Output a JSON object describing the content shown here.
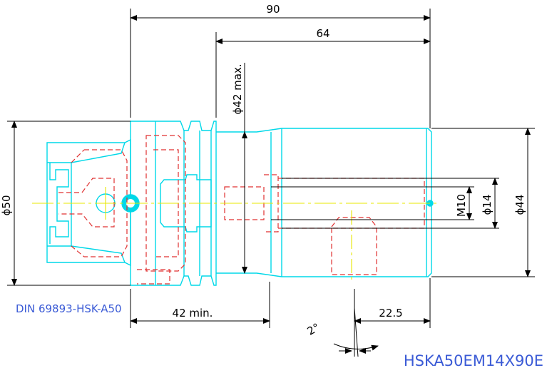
{
  "drawing": {
    "dims": {
      "overall_length": "90",
      "length_64": "64",
      "dia_42_max": "ϕ42 max.",
      "dia_50": "ϕ50",
      "dia_44": "ϕ44",
      "dia_14": "ϕ14",
      "thread": "M10",
      "min_42": "42 min.",
      "len_22_5": "22.5",
      "angle": "2°"
    },
    "standard_label": "DIN 69893-HSK-A50",
    "part_number": "HSKA50EM14X90E"
  },
  "colors": {
    "outline": "#00d8e8",
    "hidden": "#e03030",
    "centerline": "#e8e800",
    "dimension": "#000000",
    "label": "#3b5bd6"
  }
}
